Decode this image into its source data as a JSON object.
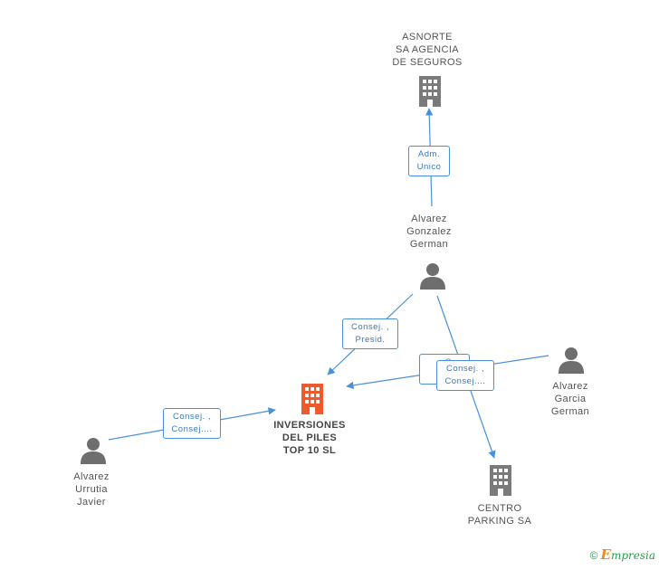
{
  "nodes": {
    "asnorte": {
      "lines": [
        "ASNORTE",
        "SA AGENCIA",
        "DE SEGUROS"
      ],
      "type": "company",
      "icon": "building-icon"
    },
    "alvarez_gonzalez": {
      "lines": [
        "Alvarez",
        "Gonzalez",
        "German"
      ],
      "type": "person",
      "icon": "person-icon"
    },
    "inversiones": {
      "lines": [
        "INVERSIONES",
        "DEL PILES",
        "TOP 10 SL"
      ],
      "type": "company-main",
      "icon": "building-icon"
    },
    "alvarez_garcia": {
      "lines": [
        "Alvarez",
        "Garcia",
        "German"
      ],
      "type": "person",
      "icon": "person-icon"
    },
    "alvarez_urrutia": {
      "lines": [
        "Alvarez",
        "Urrutia",
        "Javier"
      ],
      "type": "person",
      "icon": "person-icon"
    },
    "centro_parking": {
      "lines": [
        "CENTRO",
        "PARKING SA"
      ],
      "type": "company",
      "icon": "building-icon"
    }
  },
  "edges": {
    "adm": {
      "lines": [
        "Adm.",
        "Unico"
      ]
    },
    "consej_presid": {
      "lines": [
        "Consej. ,",
        "Presid."
      ]
    },
    "consej_urrutia": {
      "lines": [
        "Consej. ,",
        "Consej...."
      ]
    },
    "hidden_back": {
      "lines": [
        "S",
        "Co"
      ]
    },
    "consej_garcia": {
      "lines": [
        "Consej. ,",
        "Consej...."
      ]
    }
  },
  "colors": {
    "edge": "#4a90d9",
    "company_icon": "#7a7a7a",
    "main_company_icon": "#f05a2b",
    "person_icon": "#6e6e6e"
  },
  "footer": {
    "copyright": "©",
    "brand_initial": "E",
    "brand_rest": "mpresia"
  }
}
